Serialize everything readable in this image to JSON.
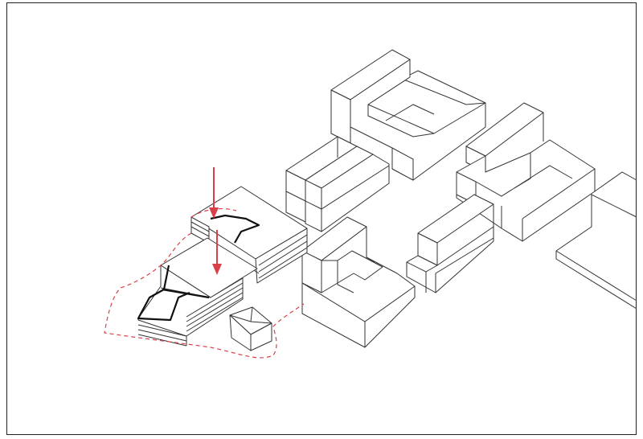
{
  "diagram": {
    "type": "axonometric site massing diagram",
    "colors": {
      "outline": "#333333",
      "highlight_outline": "#111111",
      "annotation_red": "#d9414a",
      "background": "#ffffff",
      "frame": "#222222"
    },
    "annotations": [
      {
        "kind": "arrow",
        "direction": "down",
        "icon": "down-arrow-icon"
      },
      {
        "kind": "arrow",
        "direction": "down",
        "icon": "down-arrow-icon"
      },
      {
        "kind": "dashed-boundary",
        "icon": "site-boundary"
      }
    ]
  }
}
